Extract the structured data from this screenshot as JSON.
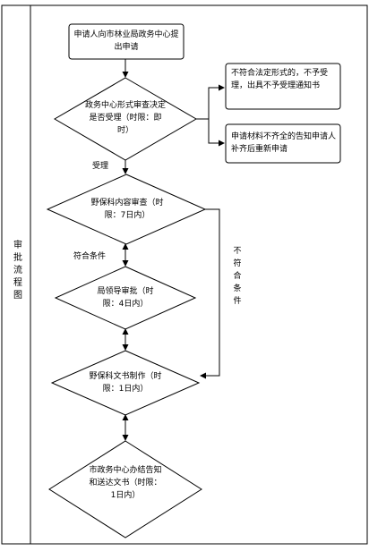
{
  "side_label": "审批流程图",
  "steps": {
    "apply": "申请人向市林业局政务中心提出申请",
    "review": "政务中心形式审查决定是否受理（时限：即时）",
    "reject": "不符合法定形式的，不予受理，出具不予受理通知书",
    "supplement": "申请材料不齐全的告知申请人补齐后重新申请",
    "internal_review": "野保科内容审查（时限：7日内）",
    "approval": "局领导审批（时限：4日内）",
    "document": "野保科文书制作（时限：1日内）",
    "deliver": "市政务中心办结告知和送达文书（时限：1日内）"
  },
  "edges": {
    "accepted": "受理",
    "qualified": "符合条件",
    "not_qualified": "不符合条件"
  }
}
